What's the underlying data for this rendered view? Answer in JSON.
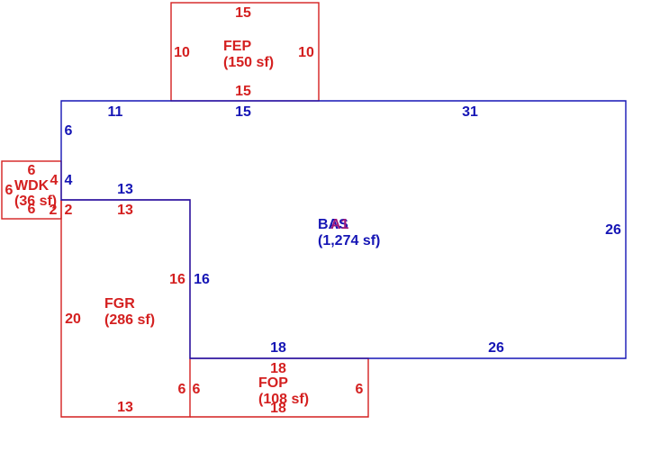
{
  "colors": {
    "red": "#d42020",
    "blue": "#1515b5",
    "magenta": "#a01a7a",
    "background": "#ffffff"
  },
  "areas": {
    "fep": {
      "code": "FEP",
      "area": "(150 sf)",
      "dims": {
        "top": "15",
        "left": "10",
        "right": "10",
        "bottom": "15"
      }
    },
    "bas": {
      "code": "BAS",
      "overlap_code": "A1",
      "area": "(1,274 sf)",
      "dims": {
        "top_a": "11",
        "top_b": "15",
        "top_c": "31",
        "left_upper": "6",
        "left_mid": "4",
        "step": "13",
        "right": "26",
        "inner_vertical": "16",
        "bottom_a": "18",
        "bottom_b": "26"
      }
    },
    "wdk": {
      "code": "WDK",
      "area": "(36 sf)",
      "dims": {
        "top": "6",
        "left": "6",
        "right": "4",
        "bottom": "6",
        "right_low": "2"
      }
    },
    "fgr": {
      "code": "FGR",
      "area": "(286 sf)",
      "dims": {
        "top": "13",
        "left": "20",
        "right": "16",
        "right_low": "6",
        "bottom": "13"
      }
    },
    "fop": {
      "code": "FOP",
      "area": "(108 sf)",
      "dims": {
        "top": "18",
        "left": "6",
        "right": "6",
        "bottom": "18"
      }
    }
  }
}
